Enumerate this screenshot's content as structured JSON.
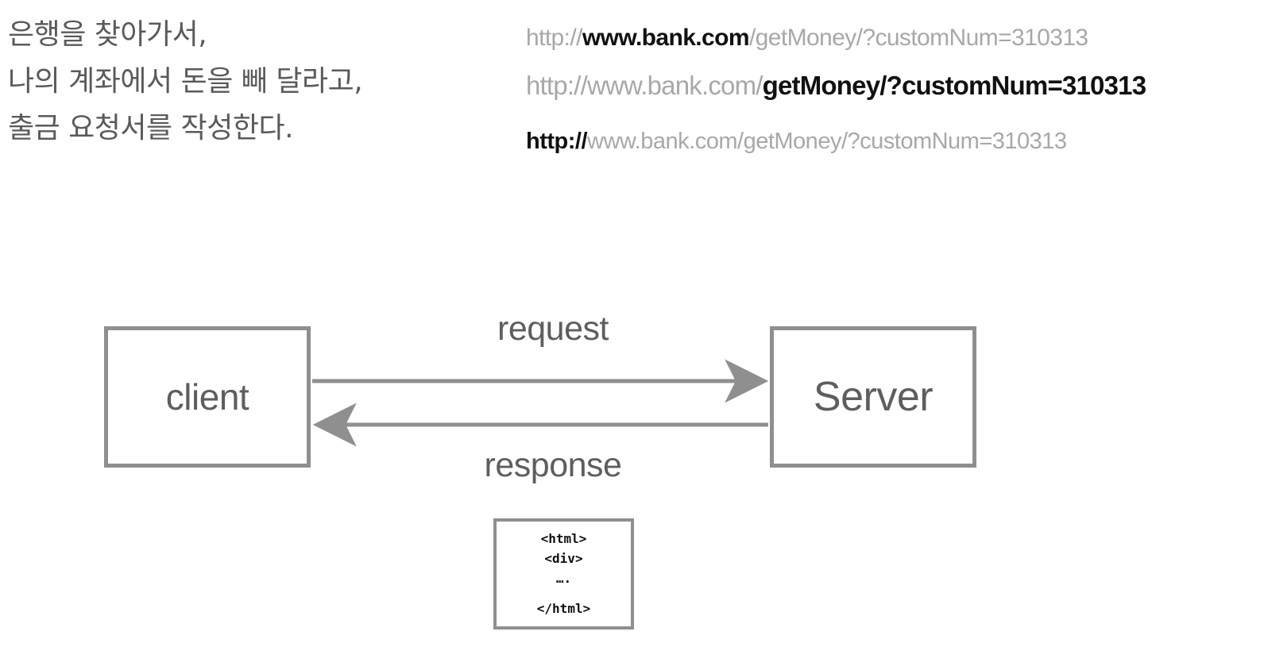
{
  "narration": {
    "lines": [
      "은행을 찾아가서,",
      "나의 계좌에서 돈을 빼 달라고,",
      "출금 요청서를 작성한다."
    ]
  },
  "urls": {
    "line1": {
      "prefix": "http://",
      "highlight": "www.bank.com",
      "suffix": "/getMoney/?customNum=310313",
      "emphasis": "host"
    },
    "line2": {
      "prefix": "http://www.bank.com/",
      "highlight": "getMoney/?customNum=310313",
      "suffix": "",
      "emphasis": "path-and-query"
    },
    "line3": {
      "prefix": "",
      "highlight": "http://",
      "suffix": "www.bank.com/getMoney/?customNum=310313",
      "emphasis": "scheme"
    }
  },
  "diagram": {
    "client_label": "client",
    "server_label": "Server",
    "request_label": "request",
    "response_label": "response",
    "code_lines": [
      "<html>",
      "<div>",
      "….",
      "</html>"
    ]
  },
  "colors": {
    "text_gray": "#5e5e5e",
    "dim_gray": "#a8a8a8",
    "border_gray": "#8f8f8f",
    "bold_black": "#111111",
    "background": "#ffffff"
  }
}
